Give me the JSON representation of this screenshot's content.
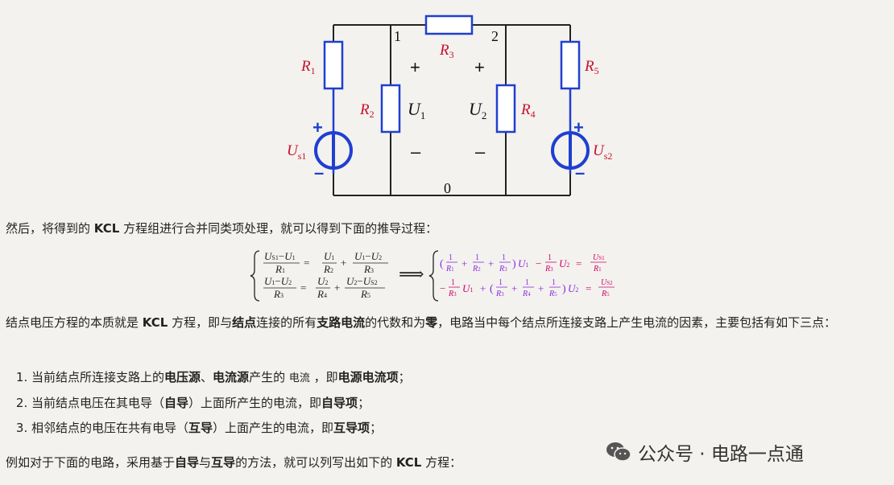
{
  "circuit": {
    "nodes": [
      "1",
      "2",
      "0"
    ],
    "resistors": [
      {
        "name": "R",
        "sub": "1"
      },
      {
        "name": "R",
        "sub": "2"
      },
      {
        "name": "R",
        "sub": "3"
      },
      {
        "name": "R",
        "sub": "4"
      },
      {
        "name": "R",
        "sub": "5"
      }
    ],
    "voltages": [
      {
        "name": "U",
        "sub": "1"
      },
      {
        "name": "U",
        "sub": "2"
      }
    ],
    "sources": [
      {
        "name": "U",
        "sub": "s1"
      },
      {
        "name": "U",
        "sub": "s2"
      }
    ],
    "plus": "+",
    "minus": "–"
  },
  "text": {
    "p1_a": "然后，将得到的 ",
    "p1_b": "KCL",
    "p1_c": " 方程组进行合并同类项处理，就可以得到下面的推导过程：",
    "p2_a": "结点电压方程的本质就是 ",
    "p2_b": "KCL",
    "p2_c": " 方程，即与",
    "p2_d": "结点",
    "p2_e": "连接的所有",
    "p2_f": "支路电流",
    "p2_g": "的代数和为",
    "p2_h": "零",
    "p2_i": "，电路当中每个结点所连接支路上产生电流的因素，主要包括有如下三点：",
    "li1_a": "当前结点所连接支路上的",
    "li1_b": "电压源",
    "li1_c": "、",
    "li1_d": "电流源",
    "li1_e": "产生的 ",
    "li1_f": "电流",
    "li1_g": " ，即",
    "li1_h": "电源电流项",
    "li1_i": "；",
    "li2_a": "当前结点电压在其电导（",
    "li2_b": "自导",
    "li2_c": "）上面所产生的电流，即",
    "li2_d": "自导项",
    "li2_e": "；",
    "li3_a": "相邻结点的电压在共有电导（",
    "li3_b": "互导",
    "li3_c": "）上面产生的电流，即",
    "li3_d": "互导项",
    "li3_e": "；",
    "p4_a": "例如对于下面的电路，采用基于",
    "p4_b": "自导",
    "p4_c": "与",
    "p4_d": "互导",
    "p4_e": "的方法，就可以列写出如下的 ",
    "p4_f": "KCL",
    "p4_g": " 方程："
  },
  "watermark": "公众号 · 电路一点通",
  "colors": {
    "resistor": "#1f3fd0",
    "label": "#c8102e",
    "purple": "#8a2be2",
    "magenta": "#d1006b"
  }
}
